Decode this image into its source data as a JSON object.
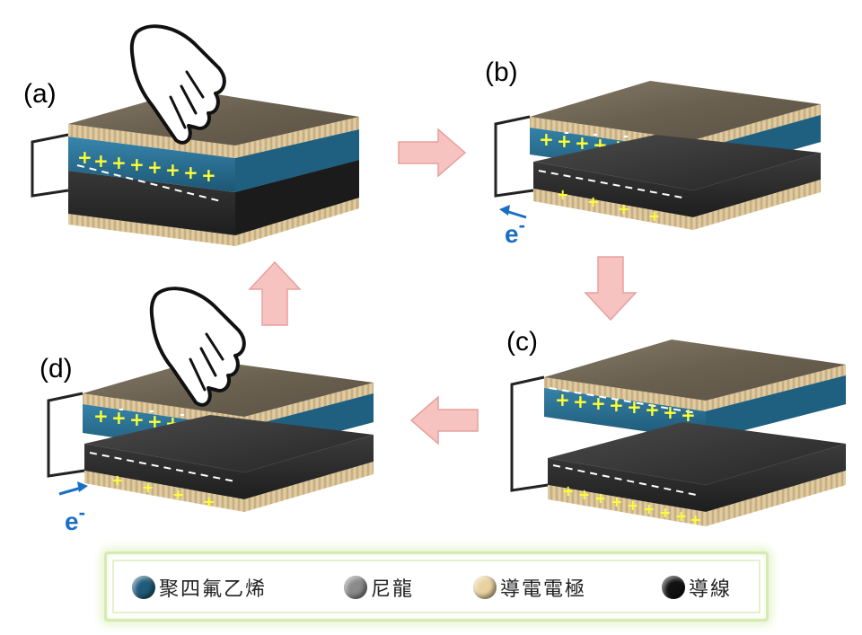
{
  "panels": {
    "a": {
      "label": "(a)"
    },
    "b": {
      "label": "(b)"
    },
    "c": {
      "label": "(c)"
    },
    "d": {
      "label": "(d)"
    }
  },
  "electron": {
    "symbol": "e",
    "charge": "-"
  },
  "charges": {
    "plus": "+",
    "minus": "-"
  },
  "legend": {
    "items": [
      {
        "label": "聚四氟乙烯",
        "color": "#1f5b7a",
        "icon": "ptfe-ball"
      },
      {
        "label": "尼龍",
        "color": "#8a8a8a",
        "icon": "nylon-ball"
      },
      {
        "label": "導電電極",
        "color": "#e8d2a0",
        "icon": "electrode-ball"
      },
      {
        "label": "導線",
        "color": "#111111",
        "icon": "wire-ball"
      }
    ]
  },
  "colors": {
    "arrow_fill": "#f6c3c0",
    "arrow_stroke": "#e79b98",
    "ptfe": "#2d7194",
    "wood_top": "#6e6452",
    "electrode": "#cdb58a",
    "nylon": "#3a3a3a",
    "positive": "#ffff33",
    "electron_arrow": "#1a6fc4"
  }
}
